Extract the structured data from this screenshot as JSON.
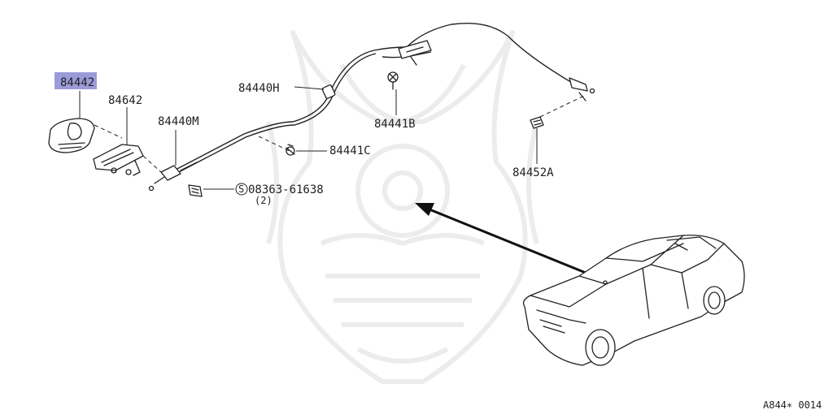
{
  "highlight_color": "#9b9bd9",
  "labels": {
    "p84442": "84442",
    "p84642": "84642",
    "p84440M": "84440M",
    "p84440H": "84440H",
    "p84441B": "84441B",
    "p84441C": "84441C",
    "p84452A": "84452A",
    "bolt_part": "08363-61638",
    "bolt_qty": "(2)",
    "bolt_symbol": "S"
  },
  "diagram_code": "A844∗ 0014"
}
